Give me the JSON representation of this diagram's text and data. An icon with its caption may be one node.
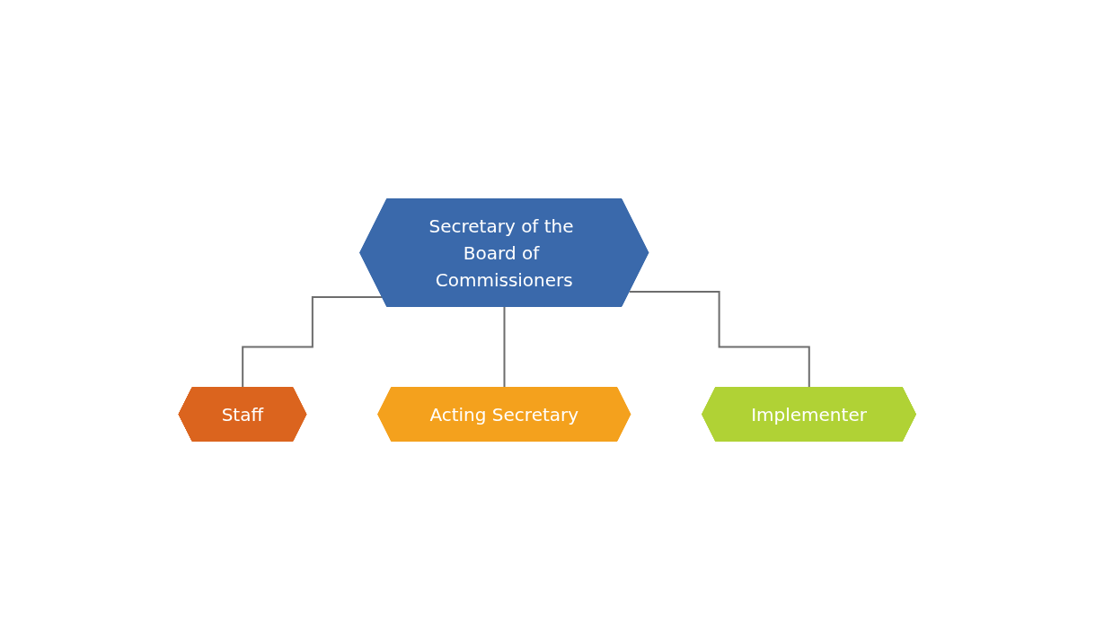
{
  "diagram": {
    "nodes": [
      {
        "text": [
          "Secretary of the Board of Commissioners"
        ]
      },
      {
        "text": [
          "Staff"
        ]
      },
      {
        "text": [
          "Acting Secretary"
        ]
      },
      {
        "text": [
          "Implementer"
        ]
      }
    ],
    "edges": [
      {
        "from": 0,
        "to": 1,
        "arrow": "none"
      },
      {
        "from": 0,
        "to": 2,
        "arrow": "none"
      },
      {
        "from": 0,
        "to": 3,
        "arrow": "none"
      }
    ]
  }
}
